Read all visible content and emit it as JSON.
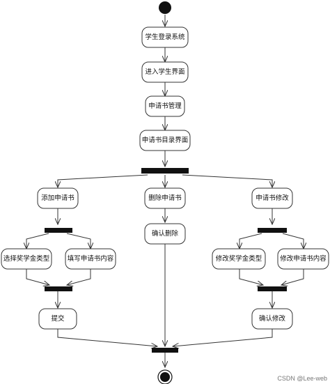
{
  "diagram": {
    "nodes": {
      "login": "学生登录系统",
      "student_ui": "进入学生界面",
      "app_manage": "申请书管理",
      "app_catalog": "申请书目录界面",
      "add_app": "添加申请书",
      "choose_type": "选择奖学金类型",
      "fill_content": "填写申请书内容",
      "submit": "提交",
      "delete_app": "删除申请书",
      "confirm_delete": "确认删除",
      "modify_app": "申请书修改",
      "modify_type": "修改奖学金类型",
      "modify_content": "修改申请书内容",
      "confirm_modify": "确认修改"
    }
  },
  "watermark": "CSDN @Lee-web",
  "colors": {
    "line": "#333333",
    "node_fill": "#ffffff",
    "bar": "#111111",
    "text": "#111111"
  }
}
